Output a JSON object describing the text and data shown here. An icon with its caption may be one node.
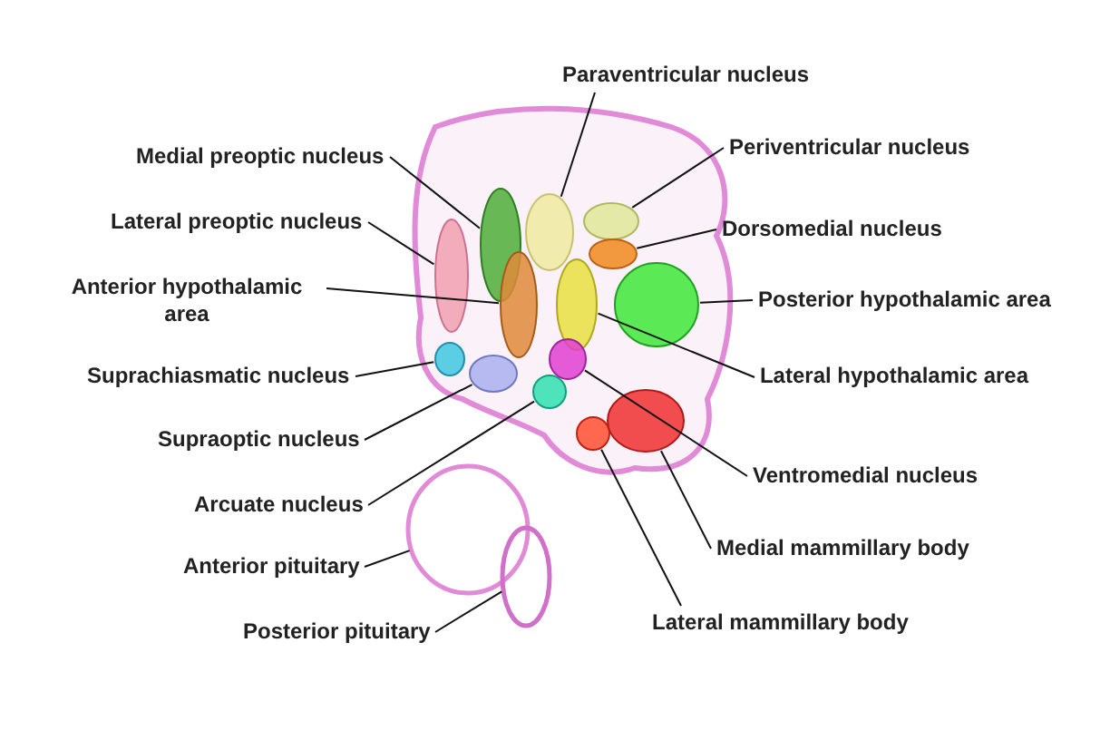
{
  "diagram": {
    "nodes": [
      {
        "text": [
          "Paraventricular nucleus"
        ]
      },
      {
        "text": [
          "Medial preoptic nucleus"
        ]
      },
      {
        "text": [
          "Periventricular nucleus"
        ]
      },
      {
        "text": [
          "Lateral preoptic nucleus"
        ]
      },
      {
        "text": [
          "Dorsomedial nucleus"
        ]
      },
      {
        "text": [
          "Anterior hypothalamic area"
        ]
      },
      {
        "text": [
          "Posterior hypothalamic area"
        ]
      },
      {
        "text": [
          "Suprachiasmatic nucleus"
        ]
      },
      {
        "text": [
          "Lateral hypothalamic area"
        ]
      },
      {
        "text": [
          "Supraoptic nucleus"
        ]
      },
      {
        "text": [
          "Ventromedial nucleus"
        ]
      },
      {
        "text": [
          "Arcuate nucleus"
        ]
      },
      {
        "text": [
          "Medial mammillary body"
        ]
      },
      {
        "text": [
          "Anterior pituitary"
        ]
      },
      {
        "text": [
          "Lateral mammillary body"
        ]
      },
      {
        "text": [
          "Posterior pituitary"
        ]
      },
      {
        "text": [],
        "shape": "ellipse"
      },
      {
        "text": [],
        "shape": "ellipse"
      },
      {
        "text": [],
        "shape": "ellipse"
      },
      {
        "text": [],
        "shape": "ellipse"
      },
      {
        "text": [],
        "shape": "ellipse"
      },
      {
        "text": [],
        "shape": "ellipse"
      },
      {
        "text": [],
        "shape": "ellipse"
      },
      {
        "text": [],
        "shape": "ellipse"
      },
      {
        "text": [],
        "shape": "ellipse"
      },
      {
        "text": [],
        "shape": "ellipse"
      },
      {
        "text": [],
        "shape": "ellipse"
      },
      {
        "text": [],
        "shape": "ellipse"
      },
      {
        "text": [],
        "shape": "ellipse"
      },
      {
        "text": [],
        "shape": "ellipse"
      },
      {
        "text": [],
        "shape": "ellipse"
      },
      {
        "text": [],
        "shape": "ellipse"
      }
    ],
    "edges": [
      {
        "from": 0,
        "to": 16,
        "arrow": "none"
      },
      {
        "from": 1,
        "to": 17,
        "arrow": "none"
      },
      {
        "from": 2,
        "to": 18,
        "arrow": "none"
      },
      {
        "from": 3,
        "to": 19,
        "arrow": "none"
      },
      {
        "from": 4,
        "to": 20,
        "arrow": "none"
      },
      {
        "from": 5,
        "to": 21,
        "arrow": "none"
      },
      {
        "from": 6,
        "to": 22,
        "arrow": "none"
      },
      {
        "from": 7,
        "to": 23,
        "arrow": "none"
      },
      {
        "from": 8,
        "to": 24,
        "arrow": "none"
      },
      {
        "from": 9,
        "to": 25,
        "arrow": "none"
      },
      {
        "from": 10,
        "to": 26,
        "arrow": "none"
      },
      {
        "from": 11,
        "to": 27,
        "arrow": "none"
      },
      {
        "from": 12,
        "to": 28,
        "arrow": "none"
      },
      {
        "from": 13,
        "to": 29,
        "arrow": "none"
      },
      {
        "from": 14,
        "to": 30,
        "arrow": "none"
      },
      {
        "from": 15,
        "to": 31,
        "arrow": "none"
      }
    ]
  }
}
